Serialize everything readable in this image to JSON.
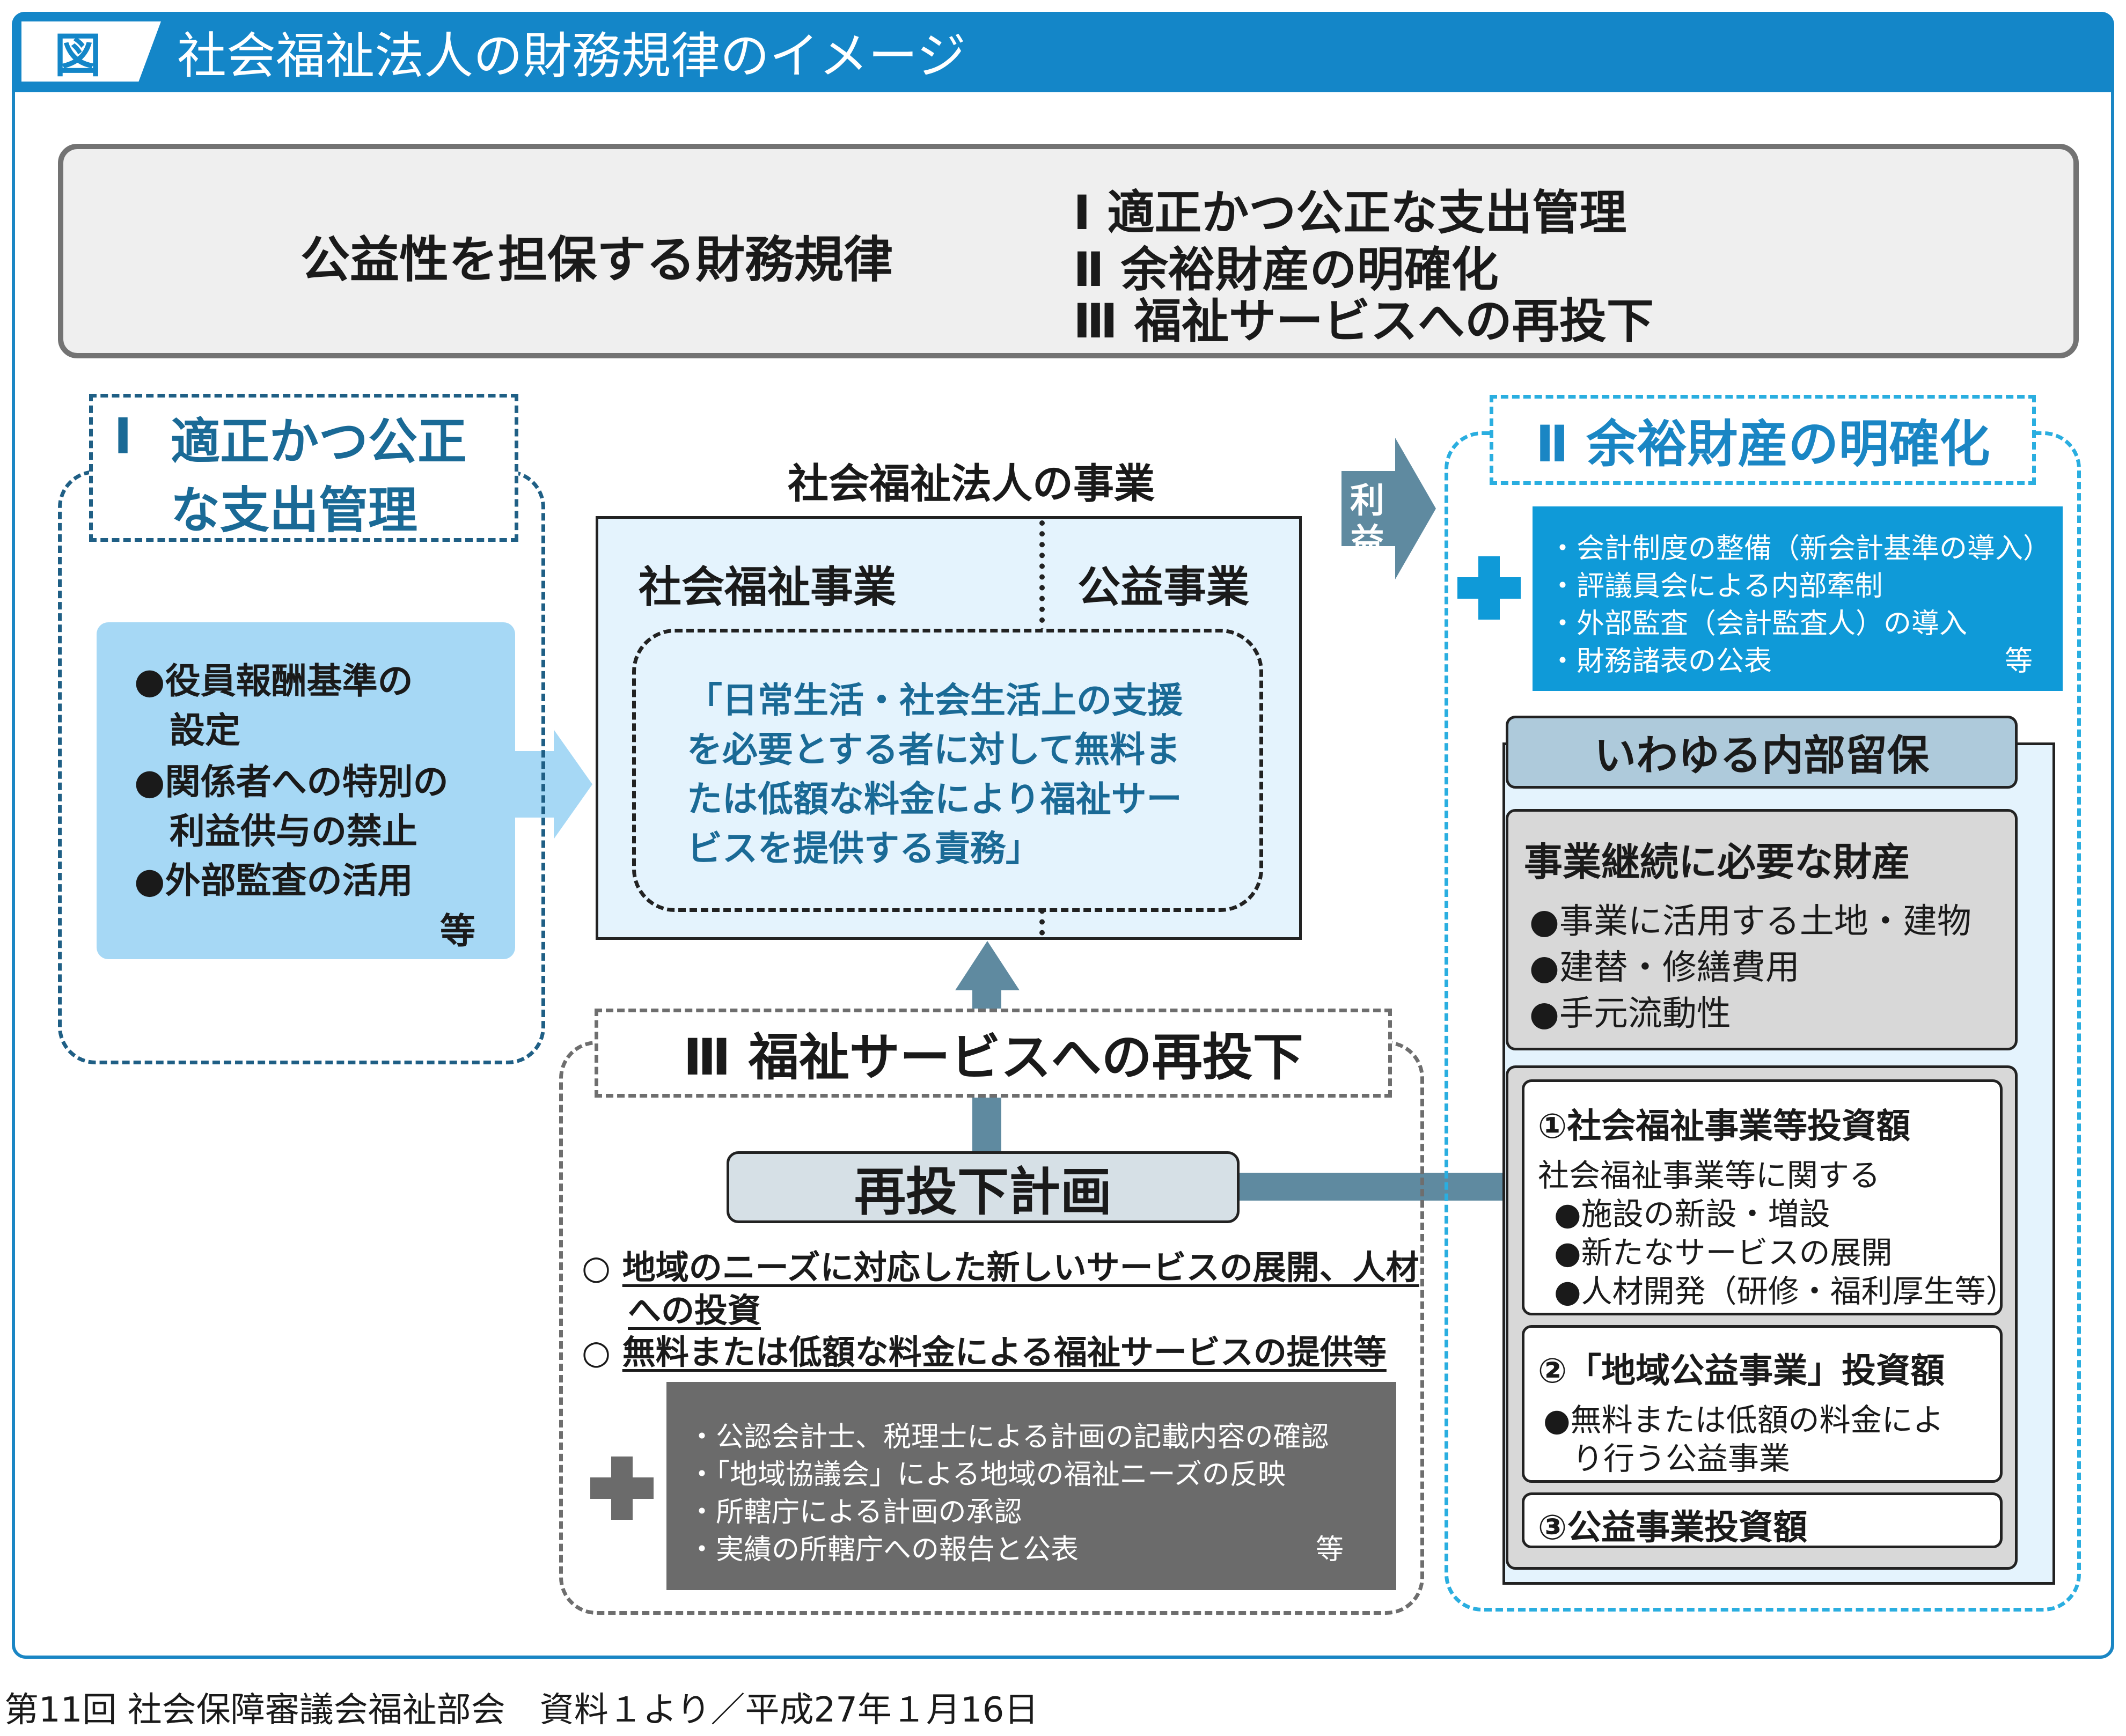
{
  "header": {
    "figure_label": "図",
    "title": "社会福祉法人の財務規律のイメージ"
  },
  "summary": {
    "main": "公益性を担保する財務規律",
    "items": [
      "Ⅰ 適正かつ公正な支出管理",
      "Ⅱ 余裕財産の明確化",
      "Ⅲ 福祉サービスへの再投下"
    ]
  },
  "section_one": {
    "num": "Ⅰ",
    "title_line1": "適正かつ公正",
    "title_line2": "な支出管理",
    "bullets": [
      "●役員報酬基準の",
      "設定",
      "●関係者への特別の",
      "利益供与の禁止",
      "●外部監査の活用"
    ],
    "etc": "等"
  },
  "business": {
    "title": "社会福祉法人の事業",
    "social": "社会福祉事業",
    "public": "公益事業",
    "duty_lines": [
      "「日常生活・社会生活上の支援",
      "を必要とする者に対して無料ま",
      "たは低額な料金により福祉サー",
      "ビスを提供する責務」"
    ]
  },
  "profit_label": [
    "利",
    "益"
  ],
  "section_three": {
    "title": "Ⅲ 福祉サービスへの再投下",
    "plan": "再投下計画",
    "circle_items": [
      {
        "mark": "○",
        "line1": "地域のニーズに対応した新しいサービスの展開、人材",
        "line2": "への投資"
      },
      {
        "mark": "○",
        "line1": "無料または低額な料金による福祉サービスの提供等"
      }
    ],
    "gray_bullets": [
      "・公認会計士、税理士による計画の記載内容の確認",
      "・「地域協議会」による地域の福祉ニーズの反映",
      "・所轄庁による計画の承認",
      "・実績の所轄庁への報告と公表"
    ],
    "gray_etc": "等"
  },
  "section_two": {
    "title": "Ⅱ 余裕財産の明確化",
    "blue_bullets": [
      "・会計制度の整備（新会計基準の導入）",
      "・評議員会による内部牽制",
      "・外部監査（会計監査人）の導入",
      "・財務諸表の公表"
    ],
    "blue_etc": "等",
    "reserve_title": "いわゆる内部留保",
    "needed_title": "事業継続に必要な財産",
    "needed_items": [
      "●事業に活用する土地・建物",
      "●建替・修繕費用",
      "●手元流動性"
    ],
    "invest1_title": "①社会福祉事業等投資額",
    "invest1_intro": "社会福祉事業等に関する",
    "invest1_items": [
      "●施設の新設・増設",
      "●新たなサービスの展開",
      "●人材開発（研修・福利厚生等）"
    ],
    "invest2_title": "②「地域公益事業」投資額",
    "invest2_items": [
      "●無料または低額の料金によ",
      "り行う公益事業"
    ],
    "invest3_title": "③公益事業投資額"
  },
  "footer": "第11回 社会保障審議会福祉部会　資料１より／平成27年１月16日",
  "colors": {
    "header_blue": "#1486c8",
    "dark_blue_text": "#1a6a96",
    "light_blue_fill": "#a6d8f5",
    "pale_blue_fill": "#e4f3fd",
    "cyan_fill": "#0f9ad8",
    "slate_arrow": "#5f8aa0",
    "gray_fill": "#6b6b6b"
  }
}
